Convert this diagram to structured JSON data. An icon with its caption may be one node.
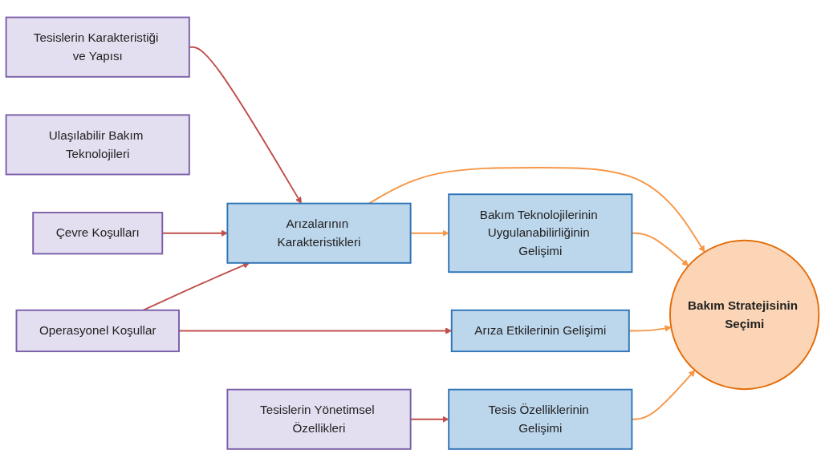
{
  "diagram": {
    "nodes": [
      {
        "text": [
          "Tesislerin Karakteristiği ve Yapısı"
        ]
      },
      {
        "text": [
          "Ulaşılabilir Bakım Teknolojileri"
        ]
      },
      {
        "text": [
          "Çevre Koşulları"
        ]
      },
      {
        "text": [
          "Operasyonel Koşullar"
        ]
      },
      {
        "text": [
          "Tesislerin Yönetimsel Özellikleri"
        ]
      },
      {
        "text": [
          "Arızalarının Karakteristikleri"
        ]
      },
      {
        "text": [
          "Bakım Teknolojilerinin Uygulanabilirliğinin Gelişimi"
        ]
      },
      {
        "text": [
          "Arıza Etkilerinin Gelişimi"
        ]
      },
      {
        "text": [
          "Tesis Özelliklerinin Gelişimi"
        ]
      },
      {
        "text": [
          "Bakım Stratejisinin Seçimi"
        ]
      }
    ],
    "edges": [
      {
        "from": 0,
        "to": 5,
        "arrow": "to",
        "color": "#c0504d"
      },
      {
        "from": 2,
        "to": 5,
        "arrow": "to",
        "color": "#c0504d"
      },
      {
        "from": 3,
        "to": 5,
        "arrow": "to",
        "color": "#c0504d"
      },
      {
        "from": 3,
        "to": 7,
        "arrow": "to",
        "color": "#c0504d"
      },
      {
        "from": 4,
        "to": 8,
        "arrow": "to",
        "color": "#c0504d"
      },
      {
        "from": 5,
        "to": 9,
        "arrow": "to",
        "color": "#f79646"
      },
      {
        "from": 5,
        "to": 6,
        "arrow": "to",
        "color": "#f79646"
      },
      {
        "from": 6,
        "to": 9,
        "arrow": "to",
        "color": "#f79646"
      },
      {
        "from": 7,
        "to": 9,
        "arrow": "to",
        "color": "#f79646"
      },
      {
        "from": 8,
        "to": 9,
        "arrow": "to",
        "color": "#f79646"
      }
    ]
  }
}
